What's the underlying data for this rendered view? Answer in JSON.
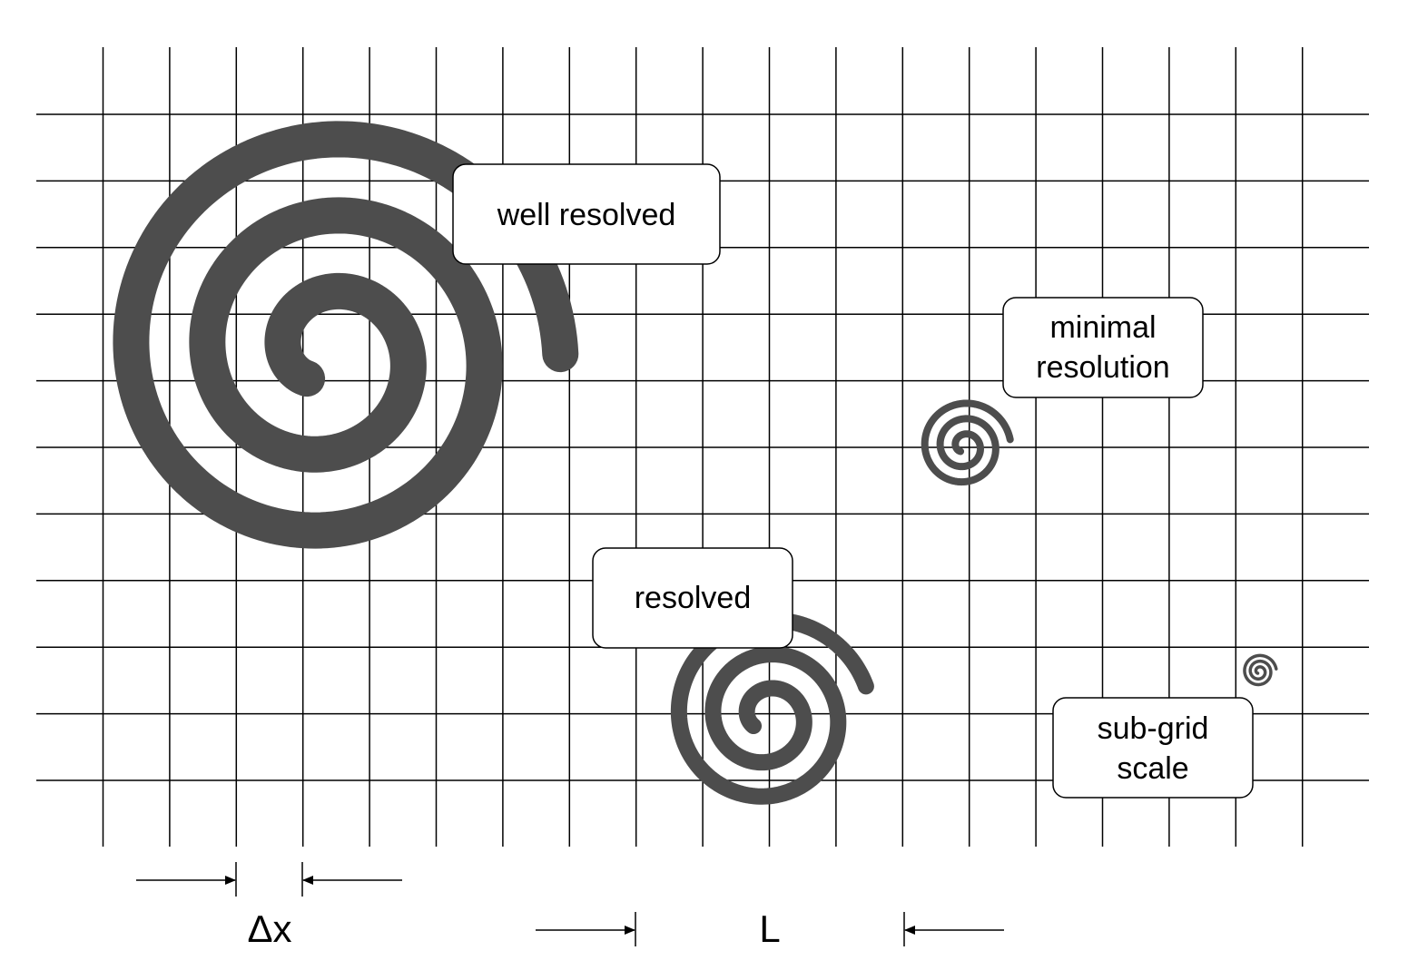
{
  "spiral_color": "#4d4d4d",
  "grid_color": "#000000",
  "labels": {
    "well_resolved": "well resolved",
    "minimal_resolution_line1": "minimal",
    "minimal_resolution_line2": "resolution",
    "resolved": "resolved",
    "sub_grid_line1": "sub-grid",
    "sub_grid_line2": "scale"
  },
  "dimensions": {
    "grid_spacing_symbol": "Δx",
    "domain_length_symbol": "L"
  }
}
